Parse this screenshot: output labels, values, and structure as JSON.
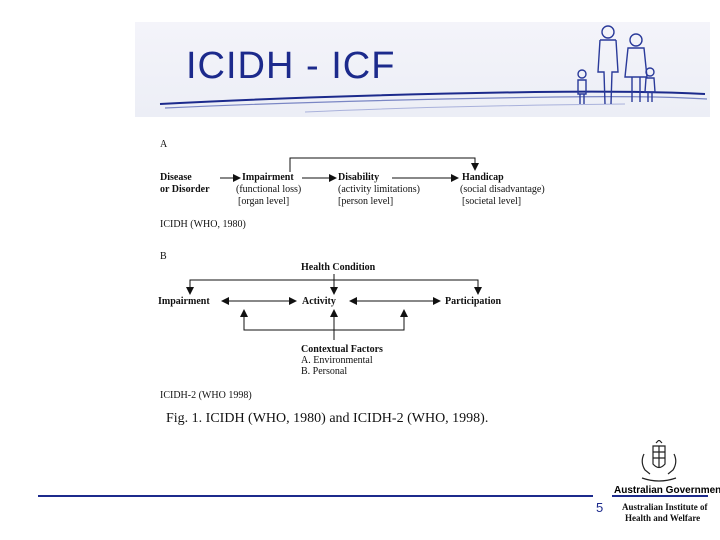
{
  "slide": {
    "title": "ICIDH - ICF",
    "page_number": "5"
  },
  "figure": {
    "panel_a": {
      "label": "A",
      "disease_line1": "Disease",
      "disease_line2": "or Disorder",
      "impairment": "Impairment",
      "impairment_sub1": "(functional loss)",
      "impairment_sub2": "[organ level]",
      "disability": "Disability",
      "disability_sub1": "(activity limitations)",
      "disability_sub2": "[person level]",
      "handicap": "Handicap",
      "handicap_sub1": "(social disadvantage)",
      "handicap_sub2": "[societal level]",
      "source": "ICIDH (WHO, 1980)"
    },
    "panel_b": {
      "label": "B",
      "health_condition": "Health Condition",
      "impairment": "Impairment",
      "activity": "Activity",
      "participation": "Participation",
      "contextual_factors": "Contextual Factors",
      "factor_a": "A.  Environmental",
      "factor_b": "B.  Personal",
      "source": "ICIDH-2 (WHO 1998)"
    },
    "caption": "Fig. 1.  ICIDH (WHO, 1980) and ICIDH-2 (WHO, 1998)."
  },
  "footer": {
    "government": "Australian Government",
    "institute_line1": "Australian Institute of",
    "institute_line2": "Health and Welfare"
  },
  "colors": {
    "title": "#1c2a8c",
    "rule": "#1c2a8c"
  }
}
